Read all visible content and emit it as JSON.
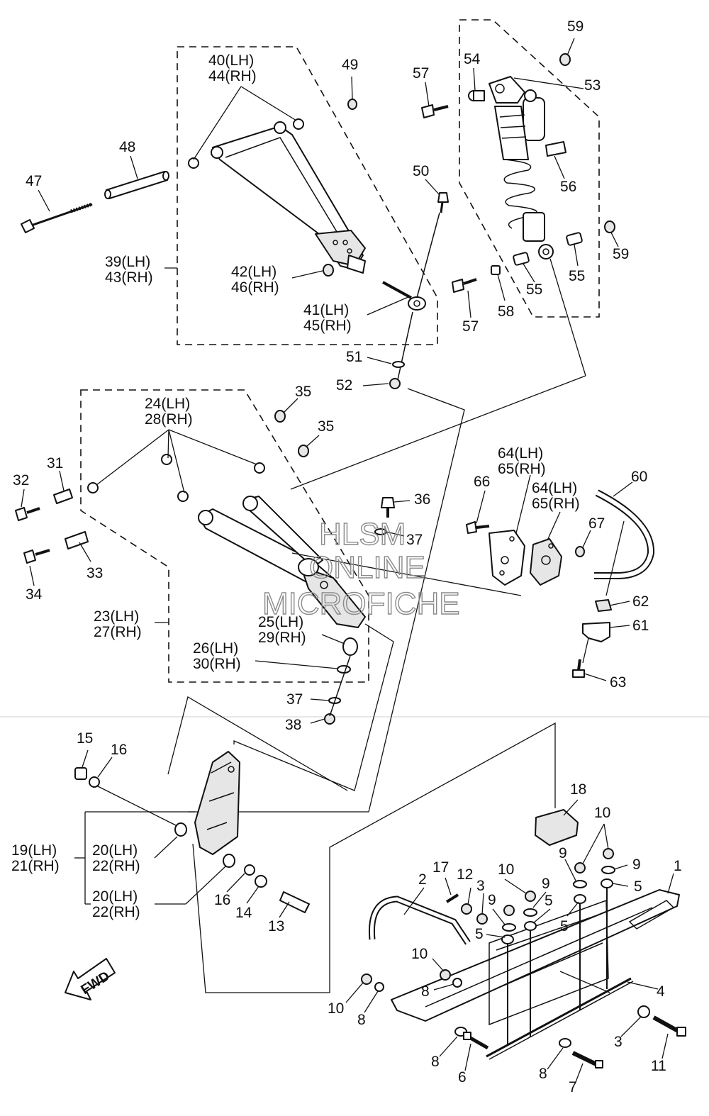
{
  "watermark": {
    "line1": "HLSM",
    "line2": "ONLINE",
    "line3": "MICROFICHE"
  },
  "direction_arrow": {
    "label": "FWD",
    "icon": "fwd-arrow-icon"
  },
  "callouts": {
    "c1": "1",
    "c2": "2",
    "c3": "3",
    "c4": "4",
    "c5": "5",
    "c6": "6",
    "c7": "7",
    "c8": "8",
    "c9": "9",
    "c10": "10",
    "c11": "11",
    "c12": "12",
    "c13": "13",
    "c14": "14",
    "c15": "15",
    "c16": "16",
    "c17": "17",
    "c18": "18",
    "c19": "19(LH)",
    "c21": "21(RH)",
    "c20": "20(LH)",
    "c22": "22(RH)",
    "c23": "23(LH)",
    "c27": "27(RH)",
    "c24": "24(LH)",
    "c28": "28(RH)",
    "c25": "25(LH)",
    "c29": "29(RH)",
    "c26": "26(LH)",
    "c30": "30(RH)",
    "c31": "31",
    "c32": "32",
    "c33": "33",
    "c34": "34",
    "c35": "35",
    "c36": "36",
    "c37": "37",
    "c38": "38",
    "c39": "39(LH)",
    "c43": "43(RH)",
    "c40": "40(LH)",
    "c44": "44(RH)",
    "c41": "41(LH)",
    "c45": "45(RH)",
    "c42": "42(LH)",
    "c46": "46(RH)",
    "c47": "47",
    "c48": "48",
    "c49": "49",
    "c50": "50",
    "c51": "51",
    "c52": "52",
    "c53": "53",
    "c54": "54",
    "c55": "55",
    "c56": "56",
    "c57": "57",
    "c58": "58",
    "c59": "59",
    "c60": "60",
    "c61": "61",
    "c62": "62",
    "c63": "63",
    "c64": "64(LH)",
    "c65": "65(RH)",
    "c66": "66",
    "c67": "67"
  }
}
